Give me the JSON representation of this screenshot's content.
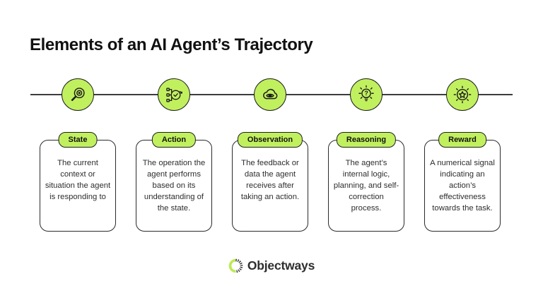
{
  "title": "Elements of an AI Agent’s Trajectory",
  "colors": {
    "accent_green": "#c1f05f",
    "outline_dark": "#1e1e1e",
    "timeline_line": "#3c3c3c",
    "background": "#ffffff"
  },
  "timeline": {
    "nodes": [
      {
        "icon": "magnifier-target-icon"
      },
      {
        "icon": "process-check-icon"
      },
      {
        "icon": "cloud-eye-icon"
      },
      {
        "icon": "bulb-question-icon"
      },
      {
        "icon": "star-badge-icon"
      }
    ]
  },
  "cards": [
    {
      "label": "State",
      "description": "The current context or situation the agent is responding to"
    },
    {
      "label": "Action",
      "description": "The operation the agent performs based on its understanding of the state."
    },
    {
      "label": "Observation",
      "description": "The feedback or data the agent receives after taking an action."
    },
    {
      "label": "Reasoning",
      "description": "The agent’s internal logic, planning, and self-correction process."
    },
    {
      "label": "Reward",
      "description": "A numerical signal indicating an action’s effectiveness towards the task."
    }
  ],
  "footer": {
    "logo_text": "Objectways"
  }
}
